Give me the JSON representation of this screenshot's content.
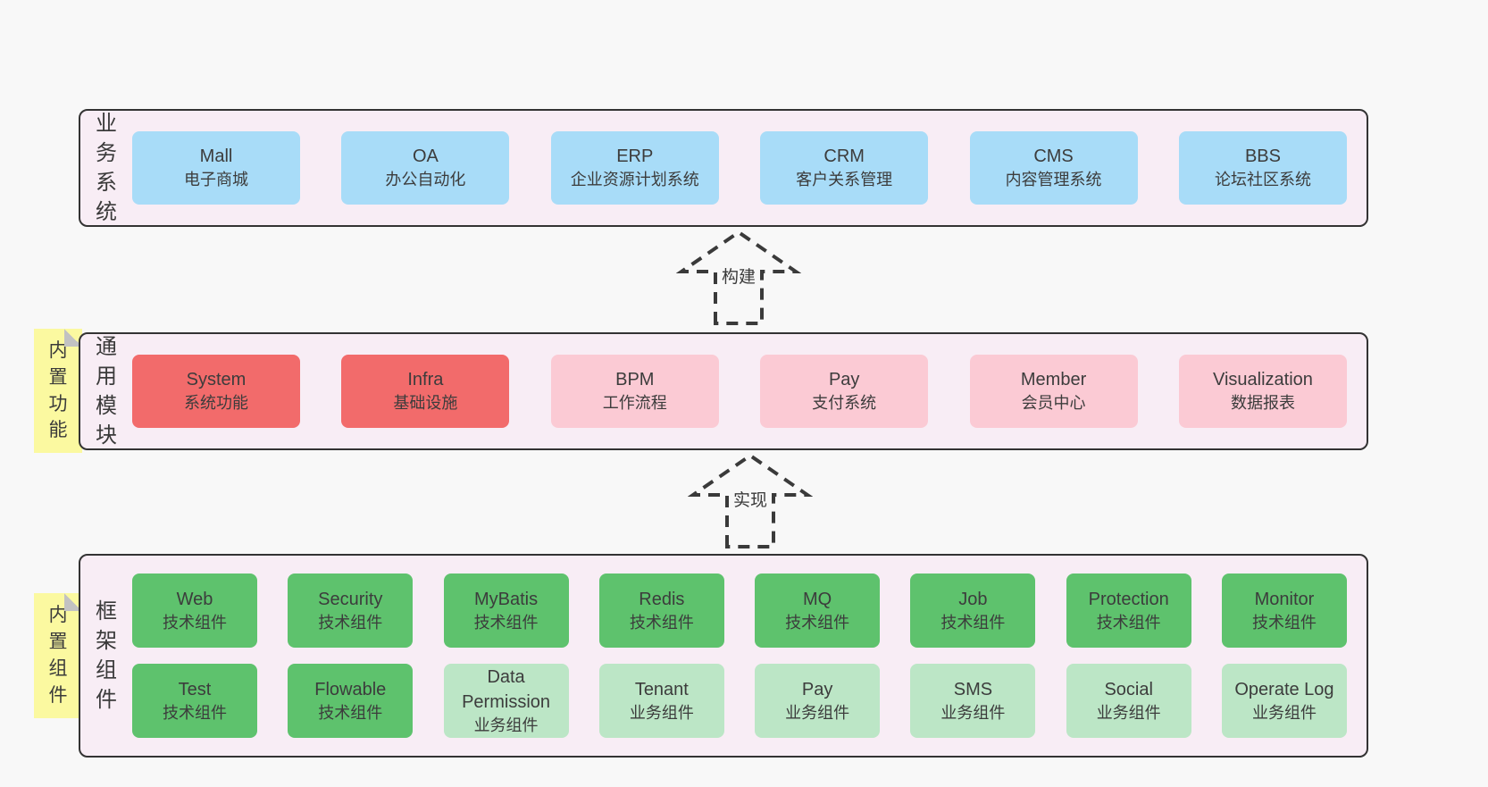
{
  "colors": {
    "page_bg": "#f8f8f8",
    "band_bg": "#f8edf5",
    "band_border": "#333333",
    "blue": "#a8dcf8",
    "red": "#f26b6b",
    "pink": "#fbcad4",
    "green": "#5ec26d",
    "lightgreen": "#bce6c6",
    "tag_yellow": "#fbf9a0",
    "fold_gray": "#c2c2c2"
  },
  "sections": {
    "business": {
      "label": "业务系统",
      "items": [
        {
          "name": "Mall",
          "subtitle": "电子商城"
        },
        {
          "name": "OA",
          "subtitle": "办公自动化"
        },
        {
          "name": "ERP",
          "subtitle": "企业资源计划系统"
        },
        {
          "name": "CRM",
          "subtitle": "客户关系管理"
        },
        {
          "name": "CMS",
          "subtitle": "内容管理系统"
        },
        {
          "name": "BBS",
          "subtitle": "论坛社区系统"
        }
      ]
    },
    "arrow_build": {
      "label": "构建"
    },
    "modules": {
      "label": "通用模块",
      "tag": "内置功能",
      "items": [
        {
          "name": "System",
          "subtitle": "系统功能",
          "variant": "red"
        },
        {
          "name": "Infra",
          "subtitle": "基础设施",
          "variant": "red"
        },
        {
          "name": "BPM",
          "subtitle": "工作流程",
          "variant": "pink"
        },
        {
          "name": "Pay",
          "subtitle": "支付系统",
          "variant": "pink"
        },
        {
          "name": "Member",
          "subtitle": "会员中心",
          "variant": "pink"
        },
        {
          "name": "Visualization",
          "subtitle": "数据报表",
          "variant": "pink"
        }
      ]
    },
    "arrow_implement": {
      "label": "实现"
    },
    "framework": {
      "label": "框架组件",
      "tag": "内置组件",
      "rows": [
        [
          {
            "name": "Web",
            "subtitle": "技术组件",
            "variant": "green"
          },
          {
            "name": "Security",
            "subtitle": "技术组件",
            "variant": "green"
          },
          {
            "name": "MyBatis",
            "subtitle": "技术组件",
            "variant": "green"
          },
          {
            "name": "Redis",
            "subtitle": "技术组件",
            "variant": "green"
          },
          {
            "name": "MQ",
            "subtitle": "技术组件",
            "variant": "green"
          },
          {
            "name": "Job",
            "subtitle": "技术组件",
            "variant": "green"
          },
          {
            "name": "Protection",
            "subtitle": "技术组件",
            "variant": "green"
          },
          {
            "name": "Monitor",
            "subtitle": "技术组件",
            "variant": "green"
          }
        ],
        [
          {
            "name": "Test",
            "subtitle": "技术组件",
            "variant": "green"
          },
          {
            "name": "Flowable",
            "subtitle": "技术组件",
            "variant": "green"
          },
          {
            "name": "Data Permission",
            "subtitle": "业务组件",
            "variant": "lightgreen"
          },
          {
            "name": "Tenant",
            "subtitle": "业务组件",
            "variant": "lightgreen"
          },
          {
            "name": "Pay",
            "subtitle": "业务组件",
            "variant": "lightgreen"
          },
          {
            "name": "SMS",
            "subtitle": "业务组件",
            "variant": "lightgreen"
          },
          {
            "name": "Social",
            "subtitle": "业务组件",
            "variant": "lightgreen"
          },
          {
            "name": "Operate Log",
            "subtitle": "业务组件",
            "variant": "lightgreen"
          }
        ]
      ]
    }
  }
}
